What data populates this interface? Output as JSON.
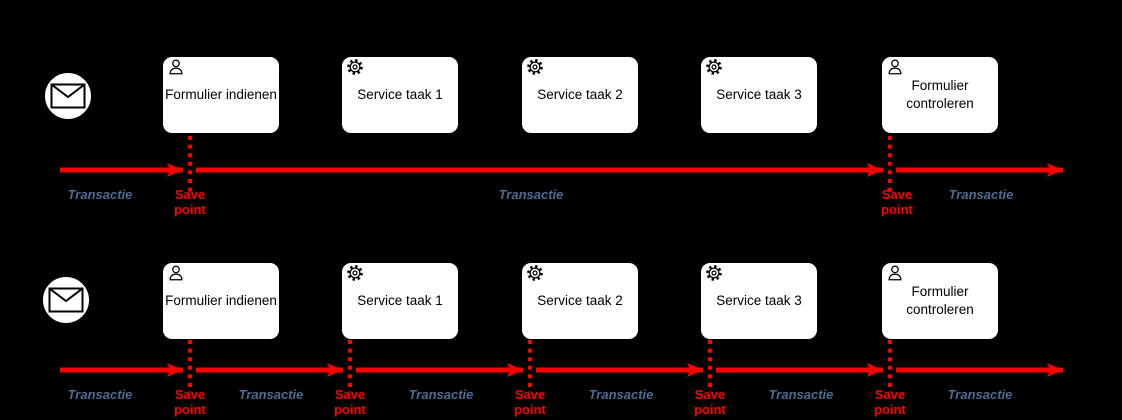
{
  "diagram": {
    "labels": {
      "transaction": "Transactie",
      "save_point": "Save point"
    },
    "colors": {
      "background": "#000000",
      "arrow": "#ff0000",
      "save_point_text": "#ff0000",
      "transaction_text": "#4c6c94",
      "task_fill": "#ffffff",
      "task_border": "#000000",
      "task_text": "#000000"
    },
    "lanes": [
      {
        "name": "top-flow",
        "start_event": {
          "type": "message-start",
          "icon": "envelope-icon"
        },
        "tasks": [
          {
            "label": "Formulier indienen",
            "icon": "user-icon"
          },
          {
            "label": "Service taak 1",
            "icon": "gear-icon"
          },
          {
            "label": "Service taak 2",
            "icon": "gear-icon"
          },
          {
            "label": "Service taak 3",
            "icon": "gear-icon"
          },
          {
            "label": "Formulier controleren",
            "icon": "user-icon"
          }
        ],
        "save_points": 2,
        "transaction_labels": 3
      },
      {
        "name": "bottom-flow",
        "start_event": {
          "type": "message-start",
          "icon": "envelope-icon"
        },
        "tasks": [
          {
            "label": "Formulier indienen",
            "icon": "user-icon"
          },
          {
            "label": "Service taak 1",
            "icon": "gear-icon"
          },
          {
            "label": "Service taak 2",
            "icon": "gear-icon"
          },
          {
            "label": "Service taak 3",
            "icon": "gear-icon"
          },
          {
            "label": "Formulier controleren",
            "icon": "user-icon"
          }
        ],
        "save_points": 5,
        "transaction_labels": 6
      }
    ]
  }
}
